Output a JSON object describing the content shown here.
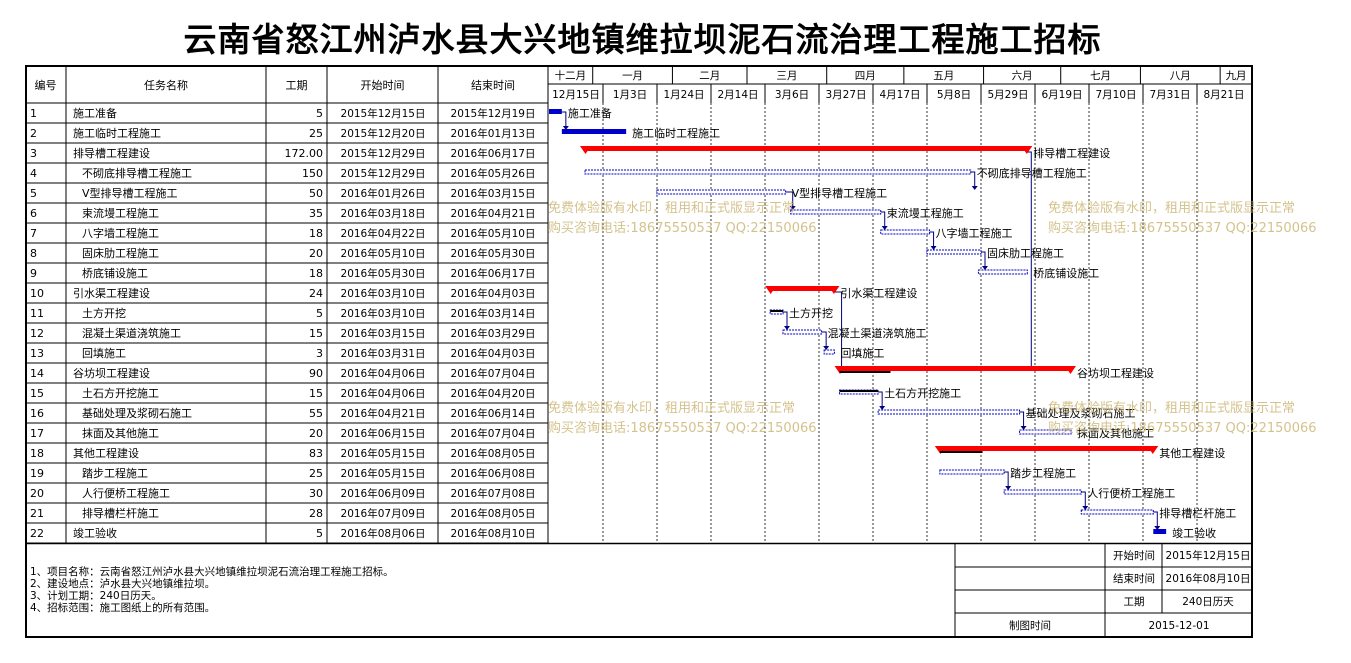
{
  "title": "云南省怒江州泸水县大兴地镇维拉坝泥石流治理工程施工招标",
  "headers": {
    "id": "编号",
    "name": "任务名称",
    "duration": "工期",
    "start": "开始时间",
    "end": "结束时间"
  },
  "timeline": {
    "months": [
      "十二月",
      "一月",
      "二月",
      "三月",
      "四月",
      "五月",
      "六月",
      "七月",
      "八月",
      "九月"
    ],
    "weeks": [
      "12月15日",
      "1月3日",
      "1月24日",
      "2月14日",
      "3月6日",
      "3月27日",
      "4月17日",
      "5月8日",
      "5月29日",
      "6月19日",
      "7月10日",
      "7月31日",
      "8月21日"
    ]
  },
  "tasks": [
    {
      "id": "1",
      "name": "施工准备",
      "indent": 0,
      "duration": "5",
      "start": "2015年12月15日",
      "end": "2015年12月19日",
      "kind": "actual",
      "s": "2015-12-15",
      "e": "2015-12-19"
    },
    {
      "id": "2",
      "name": "施工临时工程施工",
      "indent": 0,
      "duration": "25",
      "start": "2015年12月20日",
      "end": "2016年01月13日",
      "kind": "actual",
      "s": "2015-12-20",
      "e": "2016-01-13"
    },
    {
      "id": "3",
      "name": "排导槽工程建设",
      "indent": 0,
      "duration": "172.00",
      "start": "2015年12月29日",
      "end": "2016年06月17日",
      "kind": "summary",
      "s": "2015-12-29",
      "e": "2016-06-17"
    },
    {
      "id": "4",
      "name": "不砌底排导槽工程施工",
      "indent": 1,
      "duration": "150",
      "start": "2015年12月29日",
      "end": "2016年05月26日",
      "kind": "task",
      "s": "2015-12-29",
      "e": "2016-05-26"
    },
    {
      "id": "5",
      "name": "V型排导槽工程施工",
      "indent": 1,
      "duration": "50",
      "start": "2016年01月26日",
      "end": "2016年03月15日",
      "kind": "task",
      "s": "2016-01-26",
      "e": "2016-03-15"
    },
    {
      "id": "6",
      "name": "束流墁工程施工",
      "indent": 1,
      "duration": "35",
      "start": "2016年03月18日",
      "end": "2016年04月21日",
      "kind": "task",
      "s": "2016-03-18",
      "e": "2016-04-21"
    },
    {
      "id": "7",
      "name": "八字墙工程施工",
      "indent": 1,
      "duration": "18",
      "start": "2016年04月22日",
      "end": "2016年05月10日",
      "kind": "task",
      "s": "2016-04-22",
      "e": "2016-05-10"
    },
    {
      "id": "8",
      "name": "固床肋工程施工",
      "indent": 1,
      "duration": "20",
      "start": "2016年05月10日",
      "end": "2016年05月30日",
      "kind": "task",
      "s": "2016-05-10",
      "e": "2016-05-30"
    },
    {
      "id": "9",
      "name": "桥底铺设施工",
      "indent": 1,
      "duration": "18",
      "start": "2016年05月30日",
      "end": "2016年06月17日",
      "kind": "task",
      "s": "2016-05-30",
      "e": "2016-06-17"
    },
    {
      "id": "10",
      "name": "引水渠工程建设",
      "indent": 0,
      "duration": "24",
      "start": "2016年03月10日",
      "end": "2016年04月03日",
      "kind": "summary",
      "s": "2016-03-10",
      "e": "2016-04-03"
    },
    {
      "id": "11",
      "name": "土方开挖",
      "indent": 1,
      "duration": "5",
      "start": "2016年03月10日",
      "end": "2016年03月14日",
      "kind": "task",
      "progress": 1,
      "s": "2016-03-10",
      "e": "2016-03-14"
    },
    {
      "id": "12",
      "name": "混凝土渠道浇筑施工",
      "indent": 1,
      "duration": "15",
      "start": "2016年03月15日",
      "end": "2016年03月29日",
      "kind": "task",
      "s": "2016-03-15",
      "e": "2016-03-29"
    },
    {
      "id": "13",
      "name": "回填施工",
      "indent": 1,
      "duration": "3",
      "start": "2016年03月31日",
      "end": "2016年04月03日",
      "kind": "task",
      "s": "2016-03-31",
      "e": "2016-04-03"
    },
    {
      "id": "14",
      "name": "谷坊坝工程建设",
      "indent": 0,
      "duration": "90",
      "start": "2016年04月06日",
      "end": "2016年07月04日",
      "kind": "summary",
      "progress": 0.22,
      "s": "2016-04-06",
      "e": "2016-07-04"
    },
    {
      "id": "15",
      "name": "土石方开挖施工",
      "indent": 1,
      "duration": "15",
      "start": "2016年04月06日",
      "end": "2016年04月20日",
      "kind": "task",
      "progress": 1,
      "s": "2016-04-06",
      "e": "2016-04-20"
    },
    {
      "id": "16",
      "name": "基础处理及浆砌石施工",
      "indent": 1,
      "duration": "55",
      "start": "2016年04月21日",
      "end": "2016年06月14日",
      "kind": "task",
      "s": "2016-04-21",
      "e": "2016-06-14"
    },
    {
      "id": "17",
      "name": "抹面及其他施工",
      "indent": 1,
      "duration": "20",
      "start": "2016年06月15日",
      "end": "2016年07月04日",
      "kind": "task",
      "s": "2016-06-15",
      "e": "2016-07-04"
    },
    {
      "id": "18",
      "name": "其他工程建设",
      "indent": 0,
      "duration": "83",
      "start": "2016年05月15日",
      "end": "2016年08月05日",
      "kind": "summary",
      "progress": 0.2,
      "s": "2016-05-15",
      "e": "2016-08-05"
    },
    {
      "id": "19",
      "name": "踏步工程施工",
      "indent": 1,
      "duration": "25",
      "start": "2016年05月15日",
      "end": "2016年06月08日",
      "kind": "task",
      "s": "2016-05-15",
      "e": "2016-06-08"
    },
    {
      "id": "20",
      "name": "人行便桥工程施工",
      "indent": 1,
      "duration": "30",
      "start": "2016年06月09日",
      "end": "2016年07月08日",
      "kind": "task",
      "s": "2016-06-09",
      "e": "2016-07-08"
    },
    {
      "id": "21",
      "name": "排导槽栏杆施工",
      "indent": 1,
      "duration": "28",
      "start": "2016年07月09日",
      "end": "2016年08月05日",
      "kind": "task",
      "s": "2016-07-09",
      "e": "2016-08-05"
    },
    {
      "id": "22",
      "name": "竣工验收",
      "indent": 0,
      "duration": "5",
      "start": "2016年08月06日",
      "end": "2016年08月10日",
      "kind": "actual",
      "s": "2016-08-06",
      "e": "2016-08-10"
    }
  ],
  "notes": [
    "1、项目名称：云南省怒江州泸水县大兴地镇维拉坝泥石流治理工程施工招标。",
    "2、建设地点：泸水县大兴地镇维拉坝。",
    "3、计划工期：240日历天。",
    "4、招标范围：施工图纸上的所有范围。"
  ],
  "summary": {
    "start_label": "开始时间",
    "start_value": "2015年12月15日",
    "end_label": "结束时间",
    "end_value": "2016年08月10日",
    "duration_label": "工期",
    "duration_value": "240日历天",
    "drawn_label": "制图时间",
    "drawn_value": "2015-12-01"
  },
  "watermark": {
    "line1": "免费体验版有水印，租用和正式版显示正常",
    "line2": "购买咨询电话:18675550537 QQ:22150066"
  },
  "colors": {
    "summary_bar": "#ff0000",
    "task_bar": "#0000cc",
    "progress": "#000000",
    "watermark": "#cdb878"
  }
}
